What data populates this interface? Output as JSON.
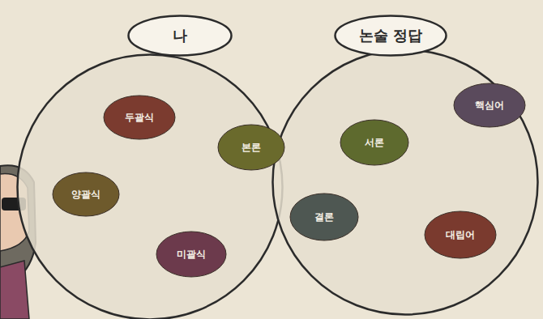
{
  "diagram": {
    "nodes": [
      {
        "text": [
          "나"
        ]
      },
      {
        "text": [
          "논술 정답"
        ]
      },
      {
        "text": [
          "두괄식"
        ],
        "in": 0
      },
      {
        "text": [
          "본론"
        ],
        "in": 0
      },
      {
        "text": [
          "양괄식"
        ],
        "in": 0
      },
      {
        "text": [
          "미괄식"
        ],
        "in": 0
      },
      {
        "text": [
          "서론"
        ],
        "in": 1
      },
      {
        "text": [
          "핵심어"
        ],
        "in": 1
      },
      {
        "text": [
          "결론"
        ],
        "in": 1
      },
      {
        "text": [
          "대립어"
        ],
        "in": 1
      }
    ]
  }
}
